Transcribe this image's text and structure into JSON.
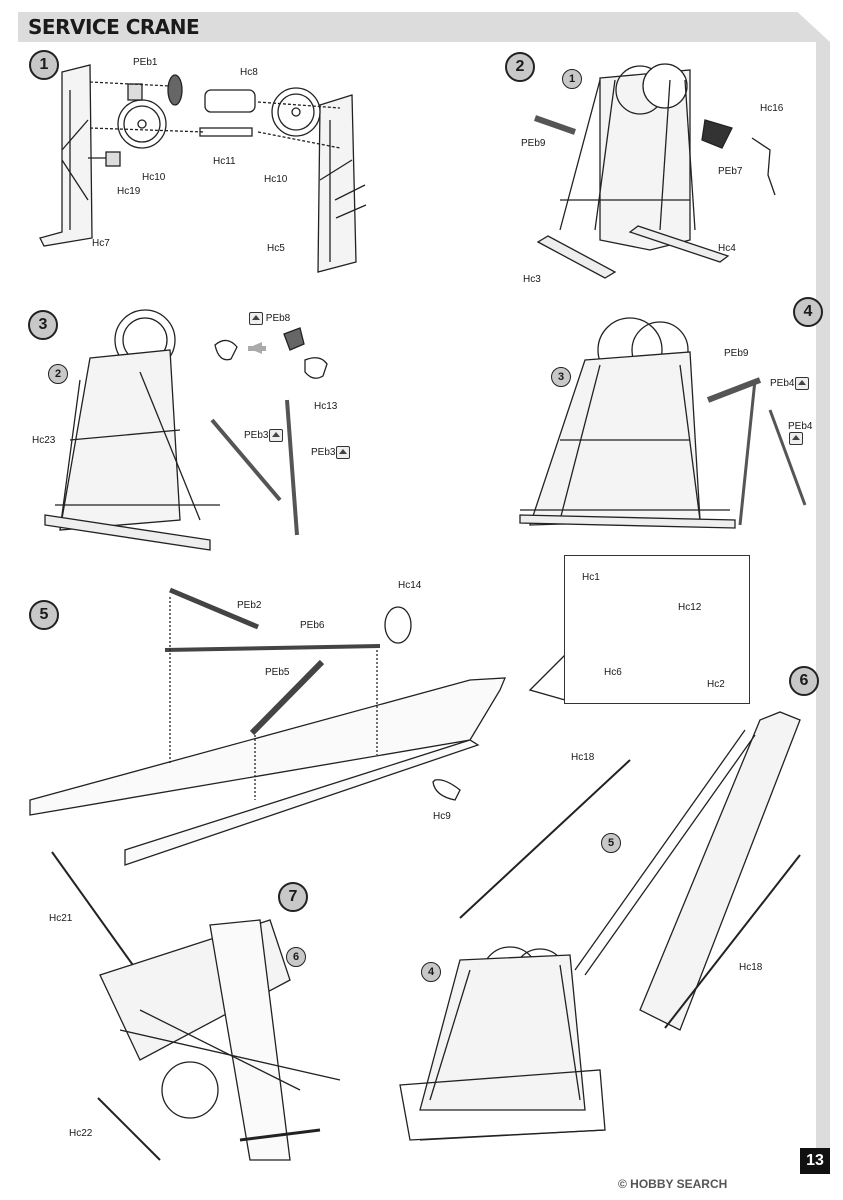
{
  "header": {
    "title": "SERVICE CRANE"
  },
  "steps": [
    "1",
    "2",
    "3",
    "4",
    "5",
    "6",
    "7"
  ],
  "refs": {
    "s2_ref1": "1",
    "s3_ref2": "2",
    "s4_ref3": "3",
    "s6_ref5": "5",
    "s6_ref4": "4",
    "s7_ref6": "6"
  },
  "step1": {
    "PEb1": "PEb1",
    "Hc8": "Hc8",
    "Hc10a": "Hc10",
    "Hc10b": "Hc10",
    "Hc11": "Hc11",
    "Hc19": "Hc19",
    "Hc7": "Hc7",
    "Hc5": "Hc5"
  },
  "step2": {
    "PEb9": "PEb9",
    "Hc16": "Hc16",
    "PEb7": "PEb7",
    "Hc4": "Hc4",
    "Hc3": "Hc3"
  },
  "step3": {
    "PEb8": "PEb8",
    "Hc13": "Hc13",
    "Hc23": "Hc23",
    "PEb3a": "PEb3",
    "PEb3b": "PEb3"
  },
  "step4": {
    "PEb9": "PEb9",
    "PEb4a": "PEb4",
    "PEb4b": "PEb4"
  },
  "step5": {
    "PEb2": "PEb2",
    "PEb6": "PEb6",
    "PEb5": "PEb5",
    "Hc14": "Hc14",
    "Hc9": "Hc9",
    "Hc1": "Hc1",
    "Hc12": "Hc12",
    "Hc6": "Hc6",
    "Hc2": "Hc2"
  },
  "step6": {
    "Hc18a": "Hc18",
    "Hc18b": "Hc18"
  },
  "step7": {
    "Hc21": "Hc21",
    "Hc22": "Hc22"
  },
  "footer": {
    "page_number": "13",
    "watermark": "© HOBBY SEARCH"
  }
}
